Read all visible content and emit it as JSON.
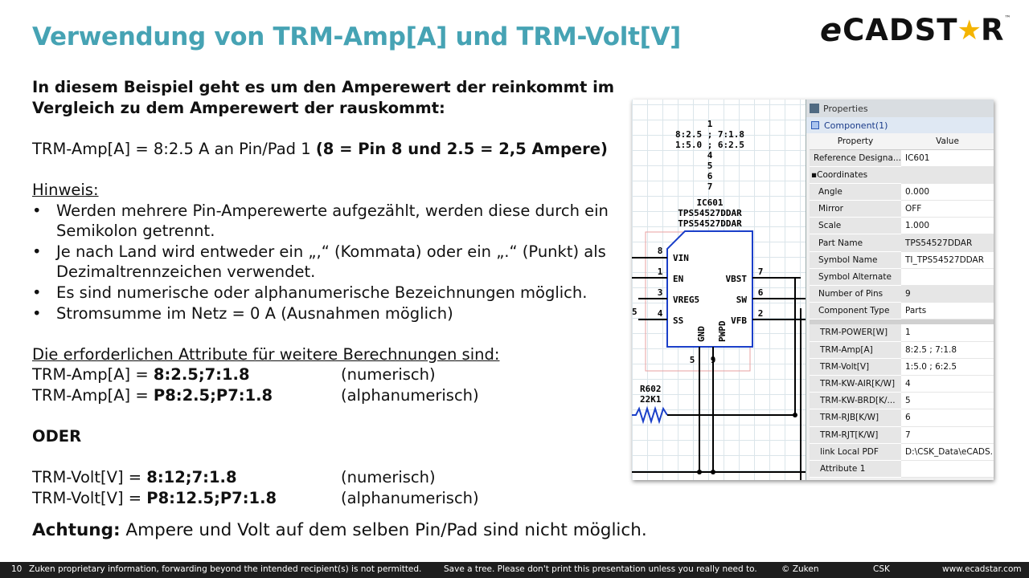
{
  "title": "Verwendung von TRM-Amp[A] und TRM-Volt[V]",
  "logo": {
    "e": "e",
    "cad": "CADST",
    "r": "R",
    "tm": "™"
  },
  "intro": "In diesem Beispiel geht es um den Amperewert der reinkommt im Vergleich zu dem Amperewert der rauskommt:",
  "example": {
    "text": "TRM-Amp[A] = 8:2.5 A an Pin/Pad 1 ",
    "bold": "(8 = Pin 8 und 2.5  = 2,5 Ampere)"
  },
  "hint_heading": "Hinweis:",
  "bullets": [
    "Werden mehrere Pin-Amperewerte aufgezählt, werden diese durch ein Semikolon getrennt.",
    "Je nach Land wird entweder ein „,“ (Kommata) oder ein „.“ (Punkt) als Dezimaltrennzeichen verwendet.",
    "Es sind numerische oder alphanumerische Bezeichnungen möglich.",
    "Stromsumme im Netz = 0 A  (Ausnahmen möglich)"
  ],
  "attr_heading": "Die erforderlichen Attribute für weitere Berechnungen sind:",
  "attrs_amp": [
    {
      "label": "TRM-Amp[A] = ",
      "value": "8:2.5;7:1.8",
      "kind": "(numerisch)"
    },
    {
      "label": "TRM-Amp[A] = ",
      "value": "P8:2.5;P7:1.8",
      "kind": "(alphanumerisch)"
    }
  ],
  "oder": "ODER",
  "attrs_volt": [
    {
      "label": "TRM-Volt[V] = ",
      "value": "8:12;7:1.8",
      "kind": "(numerisch)"
    },
    {
      "label": "TRM-Volt[V] = ",
      "value": "P8:12.5;P7:1.8",
      "kind": "(alphanumerisch)"
    }
  ],
  "warning": {
    "bold": "Achtung:",
    "text": " Ampere und Volt auf dem selben Pin/Pad sind nicht möglich."
  },
  "schematic": {
    "label_lines": [
      "1",
      "8:2.5 ; 7:1.8",
      "1:5.0 ;  6:2.5",
      "4",
      "5",
      "6",
      "7"
    ],
    "ref": "IC601",
    "part1": "TPS54527DDAR",
    "part2": "TPS54527DDAR",
    "left_pins": [
      {
        "num": "8",
        "name": "VIN"
      },
      {
        "num": "1",
        "name": "EN"
      },
      {
        "num": "3",
        "name": "VREG5"
      },
      {
        "num": "4",
        "name": "SS"
      }
    ],
    "right_pins": [
      {
        "num": "7",
        "name": "VBST"
      },
      {
        "num": "6",
        "name": "SW"
      },
      {
        "num": "2",
        "name": "VFB"
      }
    ],
    "bottom_pins": [
      {
        "num": "5",
        "name": "GND"
      },
      {
        "num": "9",
        "name": "PWPD"
      }
    ],
    "resistor_ref": "R602",
    "resistor_val": "22K1",
    "left_edge_mark": "5"
  },
  "properties": {
    "panel_title": "Properties",
    "component": "Component(1)",
    "col_property": "Property",
    "col_value": "Value",
    "rows": [
      {
        "k": "Reference Designa...",
        "v": "IC601"
      },
      {
        "k": "Coordinates",
        "v": "",
        "group": true
      },
      {
        "k": "Angle",
        "v": "0.000"
      },
      {
        "k": "Mirror",
        "v": "OFF"
      },
      {
        "k": "Scale",
        "v": "1.000"
      },
      {
        "k": "Part Name",
        "v": "TPS54527DDAR"
      },
      {
        "k": "Symbol Name",
        "v": "TI_TPS54527DDAR"
      },
      {
        "k": "Symbol Alternate",
        "v": ""
      },
      {
        "k": "Number of Pins",
        "v": "9"
      },
      {
        "k": "Component Type",
        "v": "Parts"
      }
    ],
    "trm_rows": [
      {
        "k": "TRM-POWER[W]",
        "v": "1"
      },
      {
        "k": "TRM-Amp[A]",
        "v": "8:2.5 ; 7:1.8"
      },
      {
        "k": "TRM-Volt[V]",
        "v": "1:5.0 ;  6:2.5"
      },
      {
        "k": "TRM-KW-AIR[K/W]",
        "v": "4"
      },
      {
        "k": "TRM-KW-BRD[K/...",
        "v": "5"
      },
      {
        "k": "TRM-RJB[K/W]",
        "v": "6"
      },
      {
        "k": "TRM-RJT[K/W]",
        "v": "7"
      },
      {
        "k": "link Local PDF",
        "v": "D:\\CSK_Data\\eCADS..."
      },
      {
        "k": "Attribute 1",
        "v": ""
      }
    ]
  },
  "footer": {
    "page": "10",
    "proprietary": "Zuken proprietary information, forwarding beyond the intended recipient(s) is not permitted.",
    "tree": "Save a tree. Please don't print this presentation unless you really need to.",
    "copyright": "© Zuken",
    "author": "CSK",
    "url": "www.ecadstar.com"
  }
}
